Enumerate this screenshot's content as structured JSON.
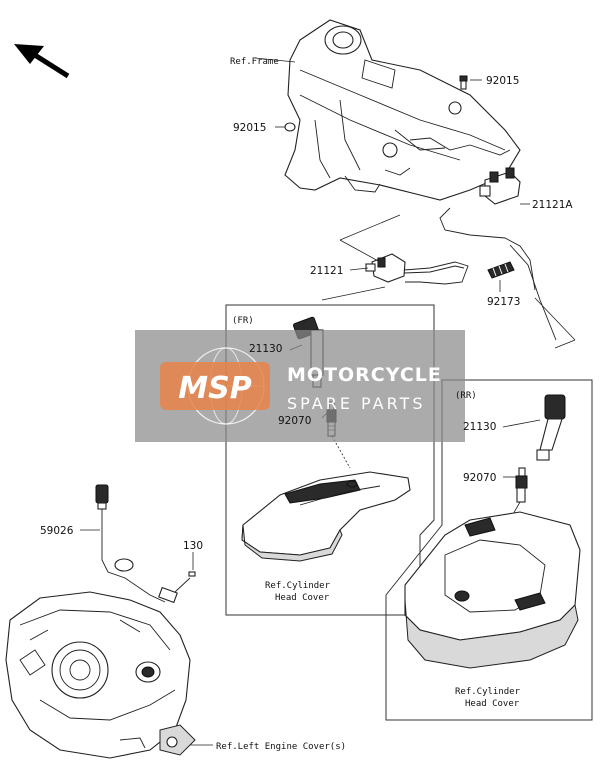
{
  "diagram": {
    "frame_ref": "Ref.Frame",
    "parts": {
      "p92015_top": "92015",
      "p92015_left": "92015",
      "p21121A": "21121A",
      "p21121": "21121",
      "p92173": "92173",
      "p21130_fr": "21130",
      "p92070_fr": "92070",
      "p21130_rr": "21130",
      "p92070_rr": "92070",
      "p59026": "59026",
      "p130": "130"
    },
    "groups": {
      "front": "(FR)",
      "rear": "(RR)"
    },
    "refs": {
      "fr_head_line1": "Ref.Cylinder",
      "fr_head_line2": "Head Cover",
      "rr_head_line1": "Ref.Cylinder",
      "rr_head_line2": "Head Cover",
      "engine_cover": "Ref.Left Engine Cover(s)"
    }
  },
  "watermark": {
    "logo": "MSP",
    "title": "MOTORCYCLE",
    "subtitle": "SPARE PARTS",
    "colors": {
      "panel": "#8a8a8a",
      "logo": "#e8824a"
    }
  },
  "direction_icon": "arrow-up-left-icon"
}
